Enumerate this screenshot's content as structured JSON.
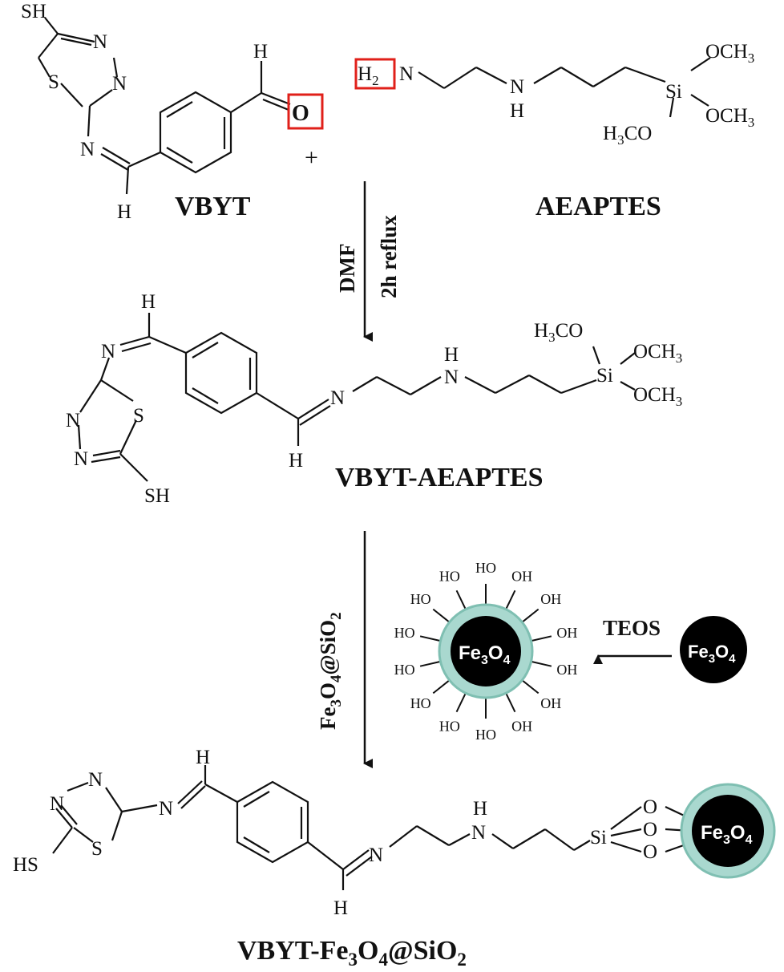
{
  "compounds": {
    "vbyt": {
      "name": "VBYT",
      "atoms": {
        "sh": "SH",
        "s": "S",
        "n1": "N",
        "n2": "N",
        "n3": "N",
        "h_top": "H",
        "o": "O",
        "h_bottom": "H"
      }
    },
    "aeaptes": {
      "name": "AEAPTES",
      "atoms": {
        "h2": "H",
        "h2_sub": "2",
        "n1": "N",
        "n2": "N",
        "h": "H",
        "si": "Si",
        "och3_a": "OCH",
        "och3_a_sub": "3",
        "och3_b": "OCH",
        "och3_b_sub": "3",
        "h3co": "H",
        "h3co_sub": "3",
        "h3co_rest": "CO"
      }
    },
    "vbyt_aeaptes": {
      "name": "VBYT-AEAPTES",
      "atoms": {
        "h_top": "H",
        "n_imine": "N",
        "n_ring1": "N",
        "n_ring2": "N",
        "s": "S",
        "sh": "SH",
        "h_bottom": "H",
        "n_link": "N",
        "nh_h": "H",
        "nh_n": "N",
        "si": "Si",
        "h3co": "H",
        "h3co_sub": "3",
        "h3co_rest": "CO",
        "och3_a": "OCH",
        "och3_a_sub": "3",
        "och3_b": "OCH",
        "och3_b_sub": "3"
      }
    },
    "product": {
      "name_parts": [
        "VBYT-Fe",
        "3",
        "O",
        "4",
        "@SiO",
        "2"
      ],
      "atoms": {
        "h_top": "H",
        "n_ring1": "N",
        "n_ring2": "N",
        "n_imine": "N",
        "hs": "HS",
        "s": "S",
        "n_link": "N",
        "h_bottom": "H",
        "nh_h": "H",
        "nh_n": "N",
        "si": "Si",
        "o1": "O",
        "o2": "O",
        "o3": "O"
      }
    }
  },
  "plus": "+",
  "conditions": {
    "step1_left": "DMF",
    "step1_right": "2h reflux",
    "step2_parts": [
      "Fe",
      "3",
      "O",
      "4",
      "@SiO",
      "2"
    ],
    "teos": "TEOS"
  },
  "nanoparticle_label": [
    "Fe",
    "3",
    "O",
    "4"
  ],
  "hydroxyl": "HO",
  "hydroxyl_right": "OH",
  "colors": {
    "shell": "#a9d8cf",
    "shell_stroke": "#7fbfb2",
    "core": "#000000",
    "highlight": "#e0201a",
    "ink": "#111111"
  }
}
